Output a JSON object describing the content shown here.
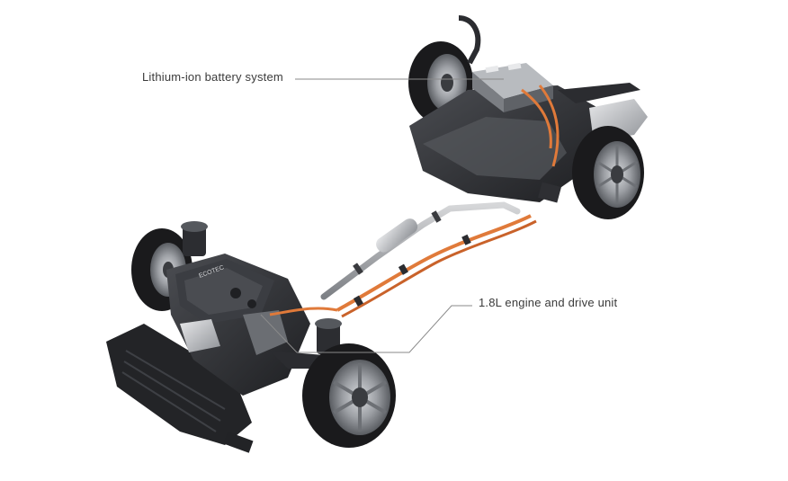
{
  "callouts": {
    "battery": "Lithium-ion battery system",
    "engine": "1.8L engine and drive unit"
  },
  "logo": {
    "engine_cover_text": "ECOTEC"
  },
  "colors": {
    "background": "#ffffff",
    "hv_cable": "#e07a3a",
    "chassis_dark": "#2a2b2e",
    "metal_light": "#c9cbcd",
    "tire": "#1c1c1e",
    "leader_line": "#8a8a8a"
  }
}
